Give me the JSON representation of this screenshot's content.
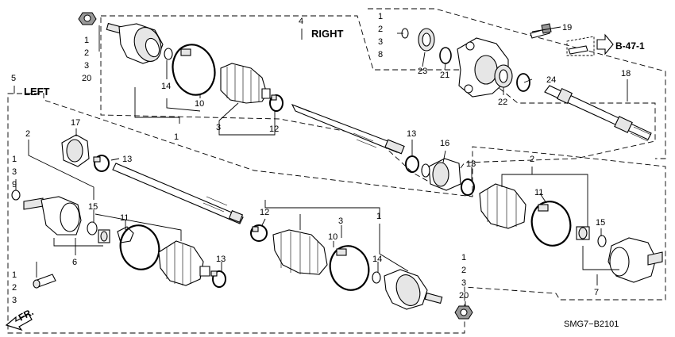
{
  "headings": {
    "right": "RIGHT",
    "left": "LEFT"
  },
  "reference": {
    "label": "B-47-1"
  },
  "direction": {
    "label": "FR."
  },
  "diagram_code": "SMG7−B2101",
  "callouts": {
    "c1": "1",
    "c2": "2",
    "c3": "3",
    "c20": "20",
    "c4": "4",
    "c5": "5",
    "c1b": "1",
    "c2b": "2",
    "c3b": "3",
    "c8": "8",
    "c19": "19",
    "c18": "18",
    "c23": "23",
    "c21": "21",
    "c22": "22",
    "c24": "24",
    "c14a": "14",
    "c10a": "10",
    "c1c": "1",
    "c3c": "3",
    "c12a": "12",
    "c13a": "13",
    "c16": "16",
    "c17": "17",
    "c13b": "13",
    "c2c": "2",
    "c1d": "1",
    "c3d": "3",
    "c9": "9",
    "c15a": "15",
    "c11a": "11",
    "c6": "6",
    "c13c": "13",
    "c12b": "12",
    "c3e": "3",
    "c1e": "1",
    "c10b": "10",
    "c14b": "14",
    "c1f": "1",
    "c2f": "2",
    "c3f": "3",
    "c20b": "20",
    "c1g": "1",
    "c2g": "2",
    "c3g": "3",
    "c13d": "13",
    "c2d": "2",
    "c11b": "11",
    "c15b": "15",
    "c7": "7"
  }
}
